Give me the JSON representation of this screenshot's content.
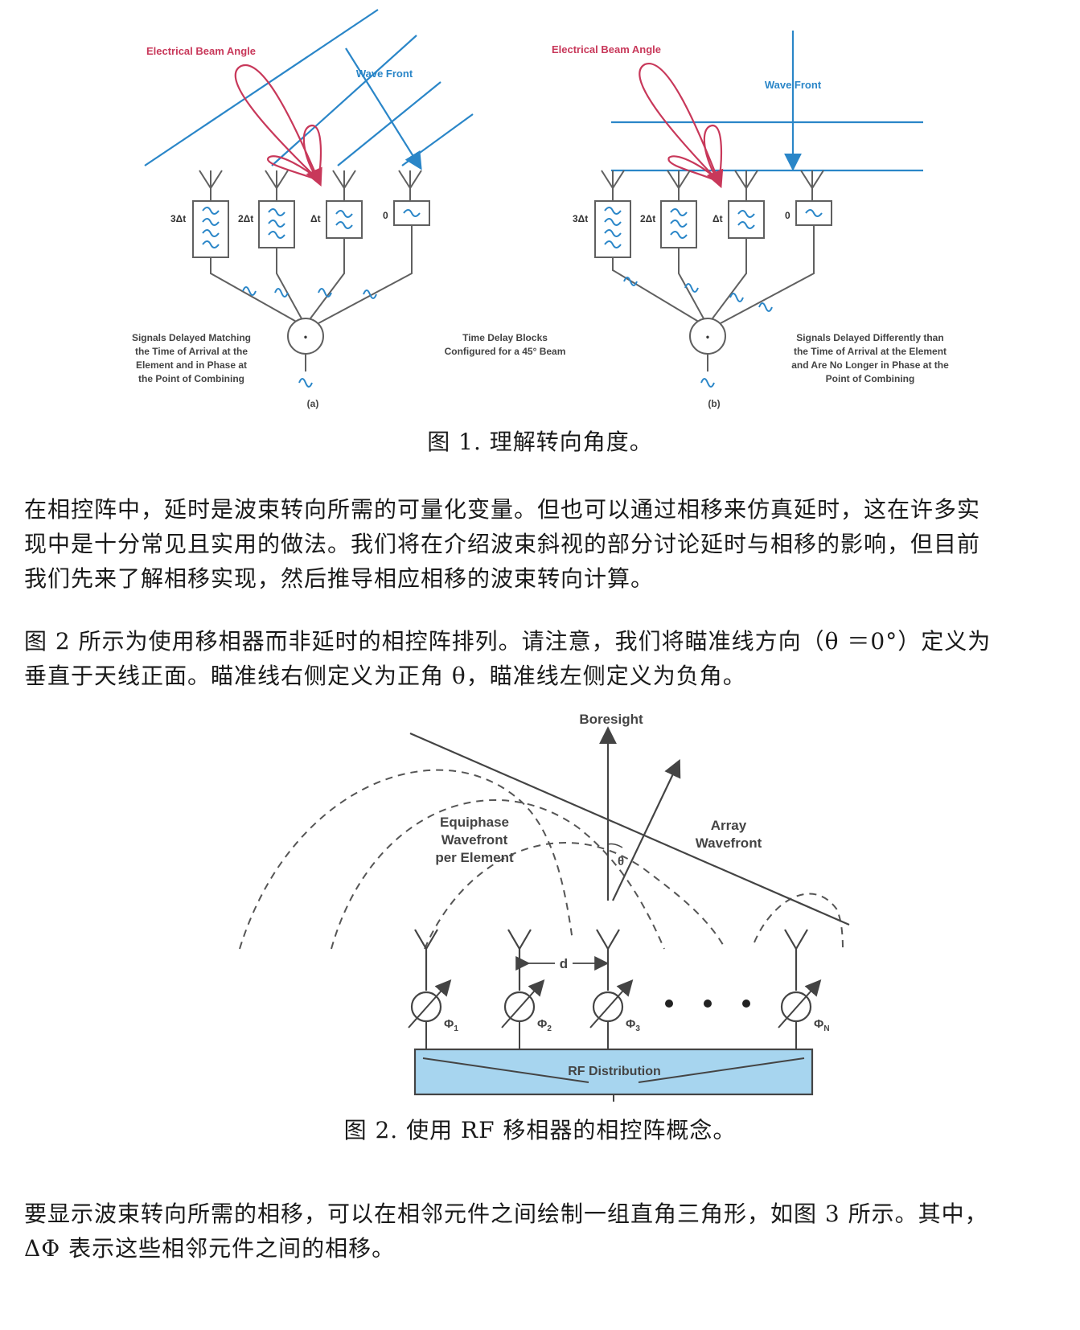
{
  "figure1": {
    "panel_a": {
      "beam_label": "Electrical Beam Angle",
      "wavefront_label": "Wave Front",
      "delays": [
        "3Δt",
        "2Δt",
        "Δt",
        "0"
      ],
      "left_note": [
        "Signals Delayed Matching",
        "the Time of Arrival at the",
        "Element and in Phase at",
        "the Point of Combining"
      ],
      "center_note": [
        "Time Delay Blocks",
        "Configured for a 45° Beam"
      ],
      "sublabel": "(a)"
    },
    "panel_b": {
      "beam_label": "Electrical Beam Angle",
      "wavefront_label": "Wave Front",
      "delays": [
        "3Δt",
        "2Δt",
        "Δt",
        "0"
      ],
      "right_note": [
        "Signals Delayed Differently than",
        "the Time of Arrival at the Element",
        "and Are No Longer in Phase at the",
        "Point of Combining"
      ],
      "sublabel": "(b)"
    },
    "caption": "图 1. 理解转向角度。",
    "colors": {
      "beam": "#c8385a",
      "wave": "#2a86c8",
      "line": "#606060"
    }
  },
  "paragraph1": [
    "在相控阵中，延时是波束转向所需的可量化变量。但也可以通过相移来仿真延时，这在许多实",
    "现中是十分常见且实用的做法。我们将在介绍波束斜视的部分讨论延时与相移的影响，但目前",
    "我们先来了解相移实现，然后推导相应相移的波束转向计算。"
  ],
  "paragraph2": [
    "图 2 所示为使用移相器而非延时的相控阵排列。请注意，我们将瞄准线方向（θ ＝0°）定义为",
    "垂直于天线正面。瞄准线右侧定义为正角 θ，瞄准线左侧定义为负角。"
  ],
  "figure2": {
    "boresight": "Boresight",
    "equiphase": [
      "Equiphase",
      "Wavefront",
      "per Element"
    ],
    "array_wavefront": [
      "Array",
      "Wavefront"
    ],
    "theta": "θ",
    "spacing": "d",
    "phases": [
      "Φ",
      "Φ",
      "Φ",
      "Φ"
    ],
    "phase_subs": [
      "1",
      "2",
      "3",
      "N"
    ],
    "rf_box": "RF Distribution",
    "caption": "图 2. 使用 RF 移相器的相控阵概念。",
    "colors": {
      "rf_fill": "#a7d5ef",
      "line": "#444444"
    }
  },
  "paragraph3": [
    "要显示波束转向所需的相移，可以在相邻元件之间绘制一组直角三角形，如图 3 所示。其中，",
    "ΔΦ 表示这些相邻元件之间的相移。"
  ]
}
